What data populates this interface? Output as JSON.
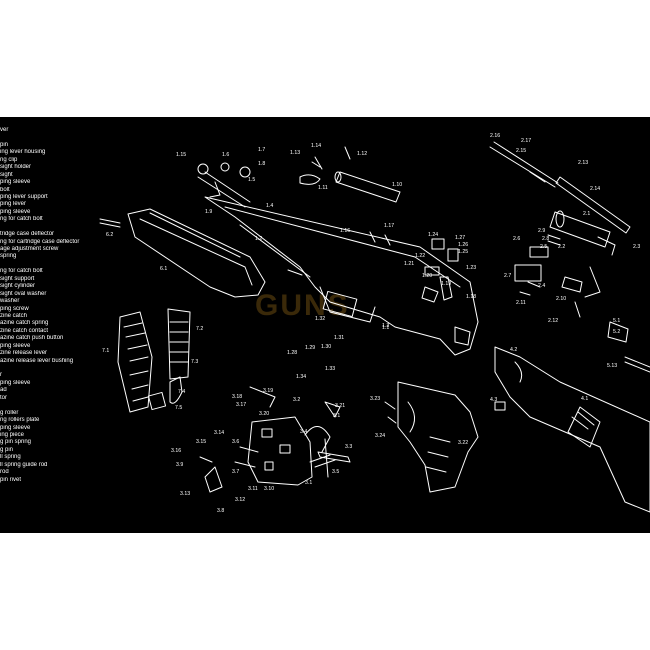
{
  "legend": [
    "ver",
    "",
    "pin",
    "ing lever housing",
    "ng clip",
    "sight holder",
    "sight",
    "ping sleeve",
    "bolt",
    "ping lever support",
    "ping lever",
    "ping sleeve",
    "ng for catch bolt",
    "",
    "tridge case deflector",
    "ng for cartridge case deflector",
    "age adjustment screw",
    "spring",
    "",
    "ng for catch bolt",
    "sight support",
    "sight cylinder",
    "sight oval washer",
    "washer",
    "ping screw",
    "zine catch",
    "azine catch spring",
    "zine catch contact",
    "azine catch push button",
    "ping sleeve",
    "zine release lever",
    "azine release lever bushing",
    "",
    "r",
    "ping sleeve",
    "ad",
    "tor",
    "",
    "g roller",
    "ng rollers plate",
    "ping sleeve",
    "ing piece",
    "g pin spring",
    "g pin",
    "ll spring",
    "ll spring guide rod",
    "rod",
    "pin rivet"
  ],
  "watermark": "GUNS",
  "labels": [
    {
      "id": "1.15",
      "t": "1.15"
    },
    {
      "id": "1.6",
      "t": "1.6"
    },
    {
      "id": "1.7",
      "t": "1.7"
    },
    {
      "id": "1.8",
      "t": "1.8"
    },
    {
      "id": "1.5",
      "t": "1.5"
    },
    {
      "id": "1.9",
      "t": "1.9"
    },
    {
      "id": "1.4",
      "t": "1.4"
    },
    {
      "id": "1.2",
      "t": "1.2"
    },
    {
      "id": "1.13",
      "t": "1.13"
    },
    {
      "id": "1.14",
      "t": "1.14"
    },
    {
      "id": "1.12",
      "t": "1.12"
    },
    {
      "id": "1.11",
      "t": "1.11"
    },
    {
      "id": "1.10",
      "t": "1.10"
    },
    {
      "id": "1.16",
      "t": "1.16"
    },
    {
      "id": "1.17",
      "t": "1.17"
    },
    {
      "id": "1.24",
      "t": "1.24"
    },
    {
      "id": "1.27",
      "t": "1.27"
    },
    {
      "id": "1.26",
      "t": "1.26"
    },
    {
      "id": "1.25",
      "t": "1.25"
    },
    {
      "id": "1.22",
      "t": "1.22"
    },
    {
      "id": "1.21",
      "t": "1.21"
    },
    {
      "id": "1.23",
      "t": "1.23"
    },
    {
      "id": "1.20",
      "t": "1.20"
    },
    {
      "id": "1.19",
      "t": "1.19"
    },
    {
      "id": "1.18",
      "t": "1.18"
    },
    {
      "id": "1.3",
      "t": "1.3"
    },
    {
      "id": "1.32",
      "t": "1.32"
    },
    {
      "id": "1.1",
      "t": "1.1"
    },
    {
      "id": "1.31",
      "t": "1.31"
    },
    {
      "id": "1.28",
      "t": "1.28"
    },
    {
      "id": "1.29",
      "t": "1.29"
    },
    {
      "id": "1.30",
      "t": "1.30"
    },
    {
      "id": "1.33",
      "t": "1.33"
    },
    {
      "id": "1.34",
      "t": "1.34"
    },
    {
      "id": "6.2",
      "t": "6.2"
    },
    {
      "id": "6.1",
      "t": "6.1"
    },
    {
      "id": "7.1",
      "t": "7.1"
    },
    {
      "id": "7.2",
      "t": "7.2"
    },
    {
      "id": "7.3",
      "t": "7.3"
    },
    {
      "id": "7.4",
      "t": "7.4"
    },
    {
      "id": "7.5",
      "t": "7.5"
    },
    {
      "id": "3.19",
      "t": "3.19"
    },
    {
      "id": "3.18",
      "t": "3.18"
    },
    {
      "id": "3.17",
      "t": "3.17"
    },
    {
      "id": "3.20",
      "t": "3.20"
    },
    {
      "id": "3.2",
      "t": "3.2"
    },
    {
      "id": "3.21",
      "t": "3.21"
    },
    {
      "id": "3.1a",
      "t": "3.1"
    },
    {
      "id": "3.4",
      "t": "3.4"
    },
    {
      "id": "3.3",
      "t": "3.3"
    },
    {
      "id": "3.5",
      "t": "3.5"
    },
    {
      "id": "3.14",
      "t": "3.14"
    },
    {
      "id": "3.15",
      "t": "3.15"
    },
    {
      "id": "3.6",
      "t": "3.6"
    },
    {
      "id": "3.7",
      "t": "3.7"
    },
    {
      "id": "3.16",
      "t": "3.16"
    },
    {
      "id": "3.9",
      "t": "3.9"
    },
    {
      "id": "3.1b",
      "t": "3.1"
    },
    {
      "id": "3.13",
      "t": "3.13"
    },
    {
      "id": "3.11",
      "t": "3.11"
    },
    {
      "id": "3.10",
      "t": "3.10"
    },
    {
      "id": "3.12",
      "t": "3.12"
    },
    {
      "id": "3.8",
      "t": "3.8"
    },
    {
      "id": "3.23",
      "t": "3.23"
    },
    {
      "id": "3.24",
      "t": "3.24"
    },
    {
      "id": "3.22",
      "t": "3.22"
    },
    {
      "id": "2.16",
      "t": "2.16"
    },
    {
      "id": "2.17",
      "t": "2.17"
    },
    {
      "id": "2.15",
      "t": "2.15"
    },
    {
      "id": "2.13",
      "t": "2.13"
    },
    {
      "id": "2.14",
      "t": "2.14"
    },
    {
      "id": "2.1",
      "t": "2.1"
    },
    {
      "id": "2.9",
      "t": "2.9"
    },
    {
      "id": "2.8",
      "t": "2.8"
    },
    {
      "id": "2.6",
      "t": "2.6"
    },
    {
      "id": "2.5",
      "t": "2.5"
    },
    {
      "id": "2.2",
      "t": "2.2"
    },
    {
      "id": "2.3",
      "t": "2.3"
    },
    {
      "id": "2.7",
      "t": "2.7"
    },
    {
      "id": "2.4",
      "t": "2.4"
    },
    {
      "id": "2.11",
      "t": "2.11"
    },
    {
      "id": "2.10",
      "t": "2.10"
    },
    {
      "id": "2.12",
      "t": "2.12"
    },
    {
      "id": "5.1",
      "t": "5.1"
    },
    {
      "id": "5.2",
      "t": "5.2"
    },
    {
      "id": "5.13",
      "t": "5.13"
    },
    {
      "id": "4.2",
      "t": "4.2"
    },
    {
      "id": "4.3",
      "t": "4.3"
    },
    {
      "id": "4.1",
      "t": "4.1"
    }
  ]
}
